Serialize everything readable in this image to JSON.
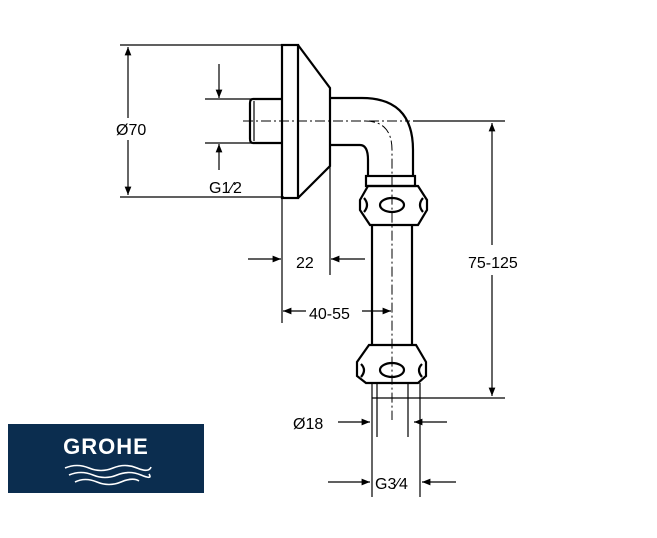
{
  "dimensions": {
    "flange_diameter": "Ø70",
    "inlet_thread": "G1⁄2",
    "flange_depth": "22",
    "projection": "40-55",
    "height_range": "75-125",
    "pipe_diameter": "Ø18",
    "outlet_thread": "G3⁄4"
  },
  "logo": {
    "brand": "GROHE",
    "background": "#0b2d4f"
  }
}
